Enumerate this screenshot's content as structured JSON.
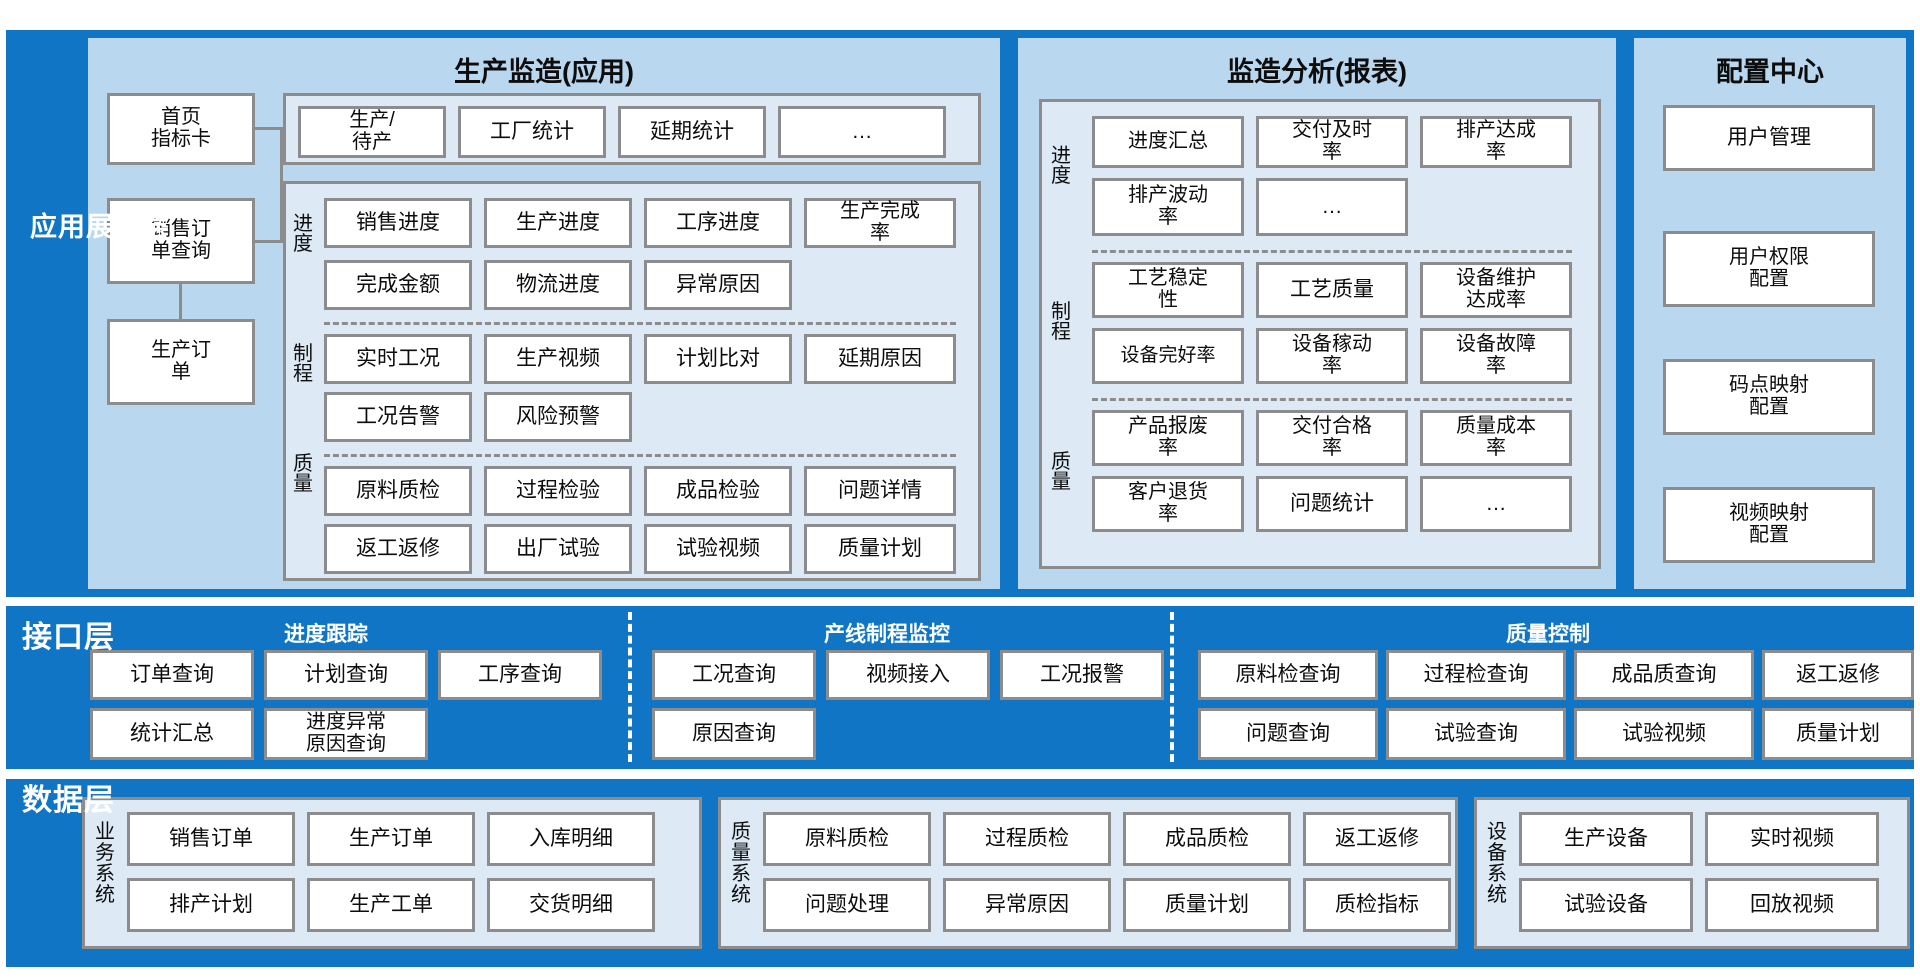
{
  "layers": {
    "application": "应用展现层",
    "interface": "接口层",
    "data": "数据层"
  },
  "app_layer": {
    "panels": [
      {
        "title": "生产监造(应用)",
        "entries": [
          {
            "label": "首页\n指标卡"
          },
          {
            "label": "销售订\n单查询"
          },
          {
            "label": "生产订\n单"
          }
        ],
        "top_group": {
          "items": [
            "生产/\n待产",
            "工厂统计",
            "延期统计",
            "…"
          ]
        },
        "groups": [
          {
            "label": "进度",
            "items": [
              "销售进度",
              "生产进度",
              "工序进度",
              "生产完成\n率",
              "完成金额",
              "物流进度",
              "异常原因"
            ]
          },
          {
            "label": "制程",
            "items": [
              "实时工况",
              "生产视频",
              "计划比对",
              "延期原因",
              "工况告警",
              "风险预警"
            ]
          },
          {
            "label": "质量",
            "items": [
              "原料质检",
              "过程检验",
              "成品检验",
              "问题详情",
              "返工返修",
              "出厂试验",
              "试验视频",
              "质量计划"
            ]
          }
        ]
      },
      {
        "title": "监造分析(报表)",
        "groups": [
          {
            "label": "进度",
            "items": [
              "进度汇总",
              "交付及时\n率",
              "排产达成\n率",
              "排产波动\n率",
              "…"
            ]
          },
          {
            "label": "制程",
            "items": [
              "工艺稳定\n性",
              "工艺质量",
              "设备维护\n达成率",
              "设备完好率",
              "设备稼动\n率",
              "设备故障\n率"
            ]
          },
          {
            "label": "质量",
            "items": [
              "产品报废\n率",
              "交付合格\n率",
              "质量成本\n率",
              "客户退货\n率",
              "问题统计",
              "…"
            ]
          }
        ]
      },
      {
        "title": "配置中心",
        "items": [
          "用户管理",
          "用户权限\n配置",
          "码点映射\n配置",
          "视频映射\n配置"
        ]
      }
    ]
  },
  "interface_layer": {
    "groups": [
      {
        "title": "进度跟踪",
        "items": [
          "订单查询",
          "计划查询",
          "工序查询",
          "统计汇总",
          "进度异常\n原因查询"
        ]
      },
      {
        "title": "产线制程监控",
        "items": [
          "工况查询",
          "视频接入",
          "工况报警",
          "原因查询"
        ]
      },
      {
        "title": "质量控制",
        "items": [
          "原料检查询",
          "过程检查询",
          "成品质查询",
          "返工返修",
          "问题查询",
          "试验查询",
          "试验视频",
          "质量计划"
        ]
      }
    ]
  },
  "data_layer": {
    "groups": [
      {
        "label": "业\n务\n系\n统",
        "items": [
          "销售订单",
          "生产订单",
          "入库明细",
          "排产计划",
          "生产工单",
          "交货明细"
        ]
      },
      {
        "label": "质\n量\n系\n统",
        "items": [
          "原料质检",
          "过程质检",
          "成品质检",
          "返工返修",
          "问题处理",
          "异常原因",
          "质量计划",
          "质检指标"
        ]
      },
      {
        "label": "设\n备\n系\n统",
        "items": [
          "生产设备",
          "实时视频",
          "试验设备",
          "回放视频"
        ]
      }
    ]
  },
  "colors": {
    "layer_blue": "#1175c6",
    "panel_blue": "#b9d7ee",
    "group_blue": "#ddeaf6",
    "box_border": "#8c8c8c",
    "box_fill": "#ffffff"
  }
}
